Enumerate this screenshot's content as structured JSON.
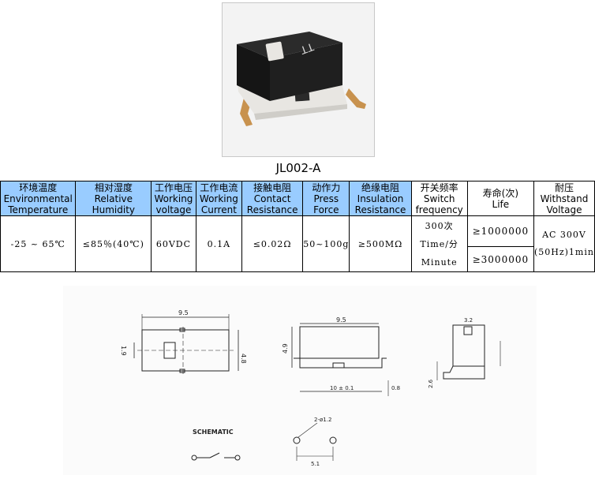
{
  "product": {
    "model": "JL002-A",
    "photo_alt": "Microswitch product photo"
  },
  "spec_table": {
    "headers": [
      {
        "cn": "环境温度",
        "en1": "Environmental",
        "en2": "Temperature"
      },
      {
        "cn": "相对湿度",
        "en1": "Relative",
        "en2": "Humidity"
      },
      {
        "cn": "工作电压",
        "en1": "Working",
        "en2": "voltage"
      },
      {
        "cn": "工作电流",
        "en1": "Working",
        "en2": "Current"
      },
      {
        "cn": "接触电阻",
        "en1": "Contact",
        "en2": "Resistance"
      },
      {
        "cn": "动作力",
        "en1": "Press",
        "en2": "Force"
      },
      {
        "cn": "绝缘电阻",
        "en1": "Insulation",
        "en2": "Resistance"
      },
      {
        "cn": "开关频率",
        "en1": "Switch",
        "en2": "frequency"
      },
      {
        "cn": "寿命(次)",
        "en1": "Life",
        "en2": ""
      },
      {
        "cn": "耐压",
        "en1": "Withstand",
        "en2": "Voltage"
      }
    ],
    "values": {
      "temperature": "-25 ~ 65℃",
      "humidity": "≤85％(40℃)",
      "voltage": "60VDC",
      "current": "0.1A",
      "contact_resistance": "≤0.02Ω",
      "press_force": "50~100g",
      "insulation_resistance": "≥500MΩ",
      "frequency_line1": "300次",
      "frequency_line2": "Time/分",
      "frequency_line3": "Minute",
      "life_1": "≥1000000",
      "life_2": "≥3000000",
      "withstand_1": "AC 300V",
      "withstand_2": "(50Hz)1min"
    }
  },
  "drawing": {
    "dim_width": "9.5",
    "dim_height": "4.8",
    "dim_height_side": "4.9",
    "dim_top_side": "9.5",
    "dim_left": "1.9",
    "dim_bottom": "10 ± 0.1",
    "dim_right": "0.8",
    "dim_top_right": "3.2",
    "dim_bottom_right": "2.6",
    "schematic_label": "SCHEMATIC",
    "hole_label": "2-ø1.2",
    "hole_spacing": "5.1"
  }
}
